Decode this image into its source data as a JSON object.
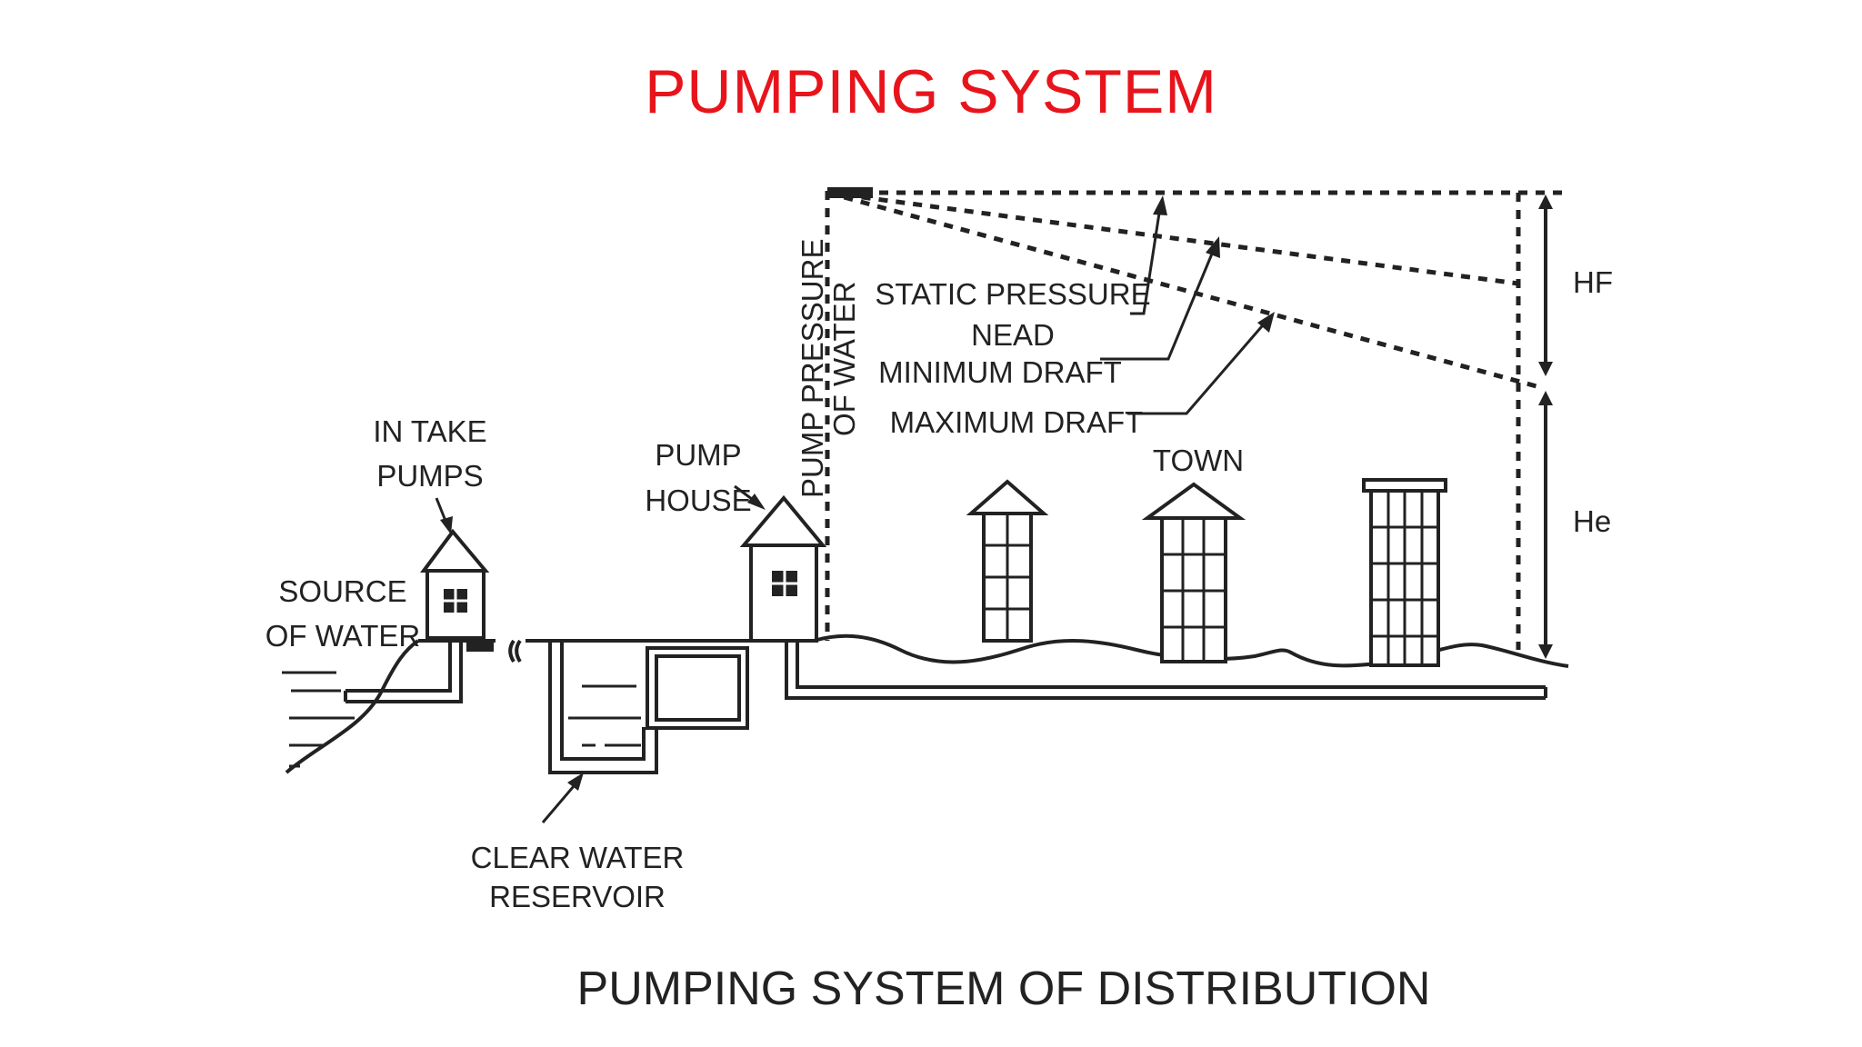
{
  "slide": {
    "title": "PUMPING SYSTEM"
  },
  "diagram": {
    "caption": "PUMPING SYSTEM OF DISTRIBUTION",
    "labels": {
      "intake_line1": "IN TAKE",
      "intake_line2": "PUMPS",
      "source_line1": "SOURCE",
      "source_line2": "OF WATER",
      "pumphouse_line1": "PUMP",
      "pumphouse_line2": "HOUSE",
      "pump_pressure_line1": "PUMP PRESSURE",
      "pump_pressure_line2": "OF WATER",
      "static_line1": "STATIC PRESSURE",
      "static_line2": "NEAD",
      "minimum_draft": "MINIMUM DRAFT",
      "maximum_draft": "MAXIMUM DRAFT",
      "town": "TOWN",
      "hf": "HF",
      "he": "He",
      "reservoir_line1": "CLEAR WATER",
      "reservoir_line2": "RESERVOIR"
    }
  },
  "colors": {
    "title": "#e8141b",
    "ink": "#222222",
    "background": "#ffffff"
  }
}
